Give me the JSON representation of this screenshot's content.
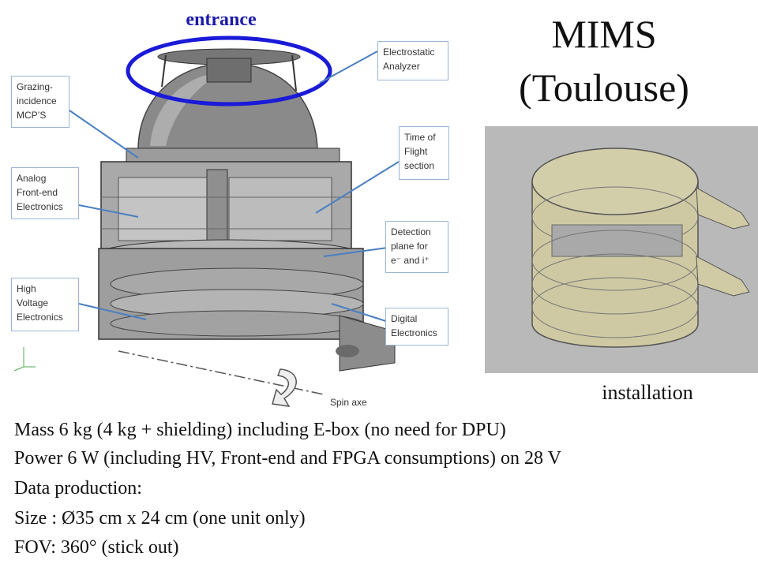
{
  "slide": {
    "title_line1": "MIMS",
    "title_line2": "(Toulouse)",
    "entrance_label": "entrance",
    "installation_label": "installation"
  },
  "diagram": {
    "callouts": {
      "electrostatic": "Electrostatic\nAnalyzer",
      "grazing": "Grazing-\nincidence\nMCP’S",
      "tof": "Time of\nFlight\nsection",
      "analog": "Analog\nFront-end\nElectronics",
      "detection": "Detection\nplane for\ne⁻ and i⁺",
      "hv": "High\nVoltage\nElectronics",
      "digital": "Digital\nElectronics"
    },
    "spin_axe": "Spin axe"
  },
  "specs": [
    "Mass 6 kg (4 kg + shielding)  including E-box (no need for DPU)",
    "Power 6 W (including HV, Front-end and FPGA consumptions)  on 28 V",
    "Data production:",
    "Size : Ø35 cm x 24 cm (one unit only)",
    "FOV: 360° (stick out)"
  ],
  "colors": {
    "entrance_ring": "#1a1ad8",
    "callout_border": "#9ab6d6",
    "arrow": "#4a7fc1"
  }
}
